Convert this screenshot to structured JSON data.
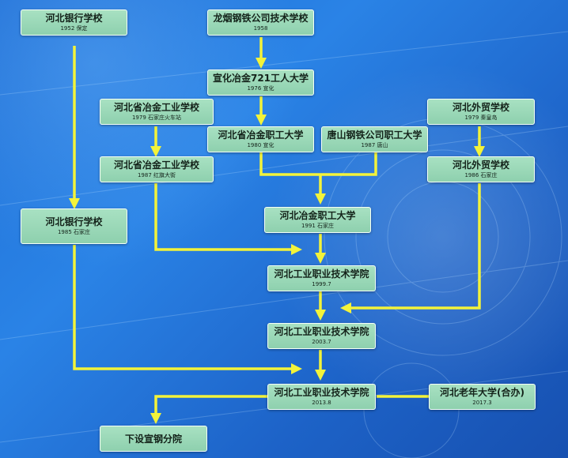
{
  "nodes": {
    "hebei_bank_1952": {
      "name": "河北银行学校",
      "sub": "1952  保定"
    },
    "longyan_1958": {
      "name": "龙烟钢铁公司技术学校",
      "sub": "1958"
    },
    "xuanhua_721": {
      "name": "宣化冶金721工人大学",
      "sub": "1976  宣化"
    },
    "hebei_metallurgy_school_1979": {
      "name": "河北省冶金工业学校",
      "sub": "1979 石家庄火车站"
    },
    "hebei_metallurgy_staff_1980": {
      "name": "河北省冶金职工大学",
      "sub": "1980  宣化"
    },
    "tangshan_steel_1987": {
      "name": "唐山钢铁公司职工大学",
      "sub": "1987  唐山"
    },
    "hebei_foreign_trade_1979": {
      "name": "河北外贸学校",
      "sub": "1979  秦皇岛"
    },
    "hebei_metallurgy_school_1987": {
      "name": "河北省冶金工业学校",
      "sub": "1987 红旗大街"
    },
    "hebei_foreign_trade_1986": {
      "name": "河北外贸学校",
      "sub": "1986  石家庄"
    },
    "hebei_bank_1985": {
      "name": "河北银行学校",
      "sub": "1985  石家庄"
    },
    "hebei_metallurgy_staff_1991": {
      "name": "河北冶金职工大学",
      "sub": "1991  石家庄"
    },
    "hebei_polytechnic_1999": {
      "name": "河北工业职业技术学院",
      "sub": "1999.7"
    },
    "hebei_polytechnic_2003": {
      "name": "河北工业职业技术学院",
      "sub": "2003.7"
    },
    "hebei_polytechnic_2013": {
      "name": "河北工业职业技术学院",
      "sub": "2013.8"
    },
    "hebei_senior_university": {
      "name": "河北老年大学(合办)",
      "sub": "2017.3"
    },
    "xuangang_branch": {
      "name": "下设宣钢分院",
      "sub": ""
    }
  },
  "colors": {
    "arrow": "#f3f33a",
    "box_fill": "#9ed9b9",
    "background": "#2277dd"
  }
}
